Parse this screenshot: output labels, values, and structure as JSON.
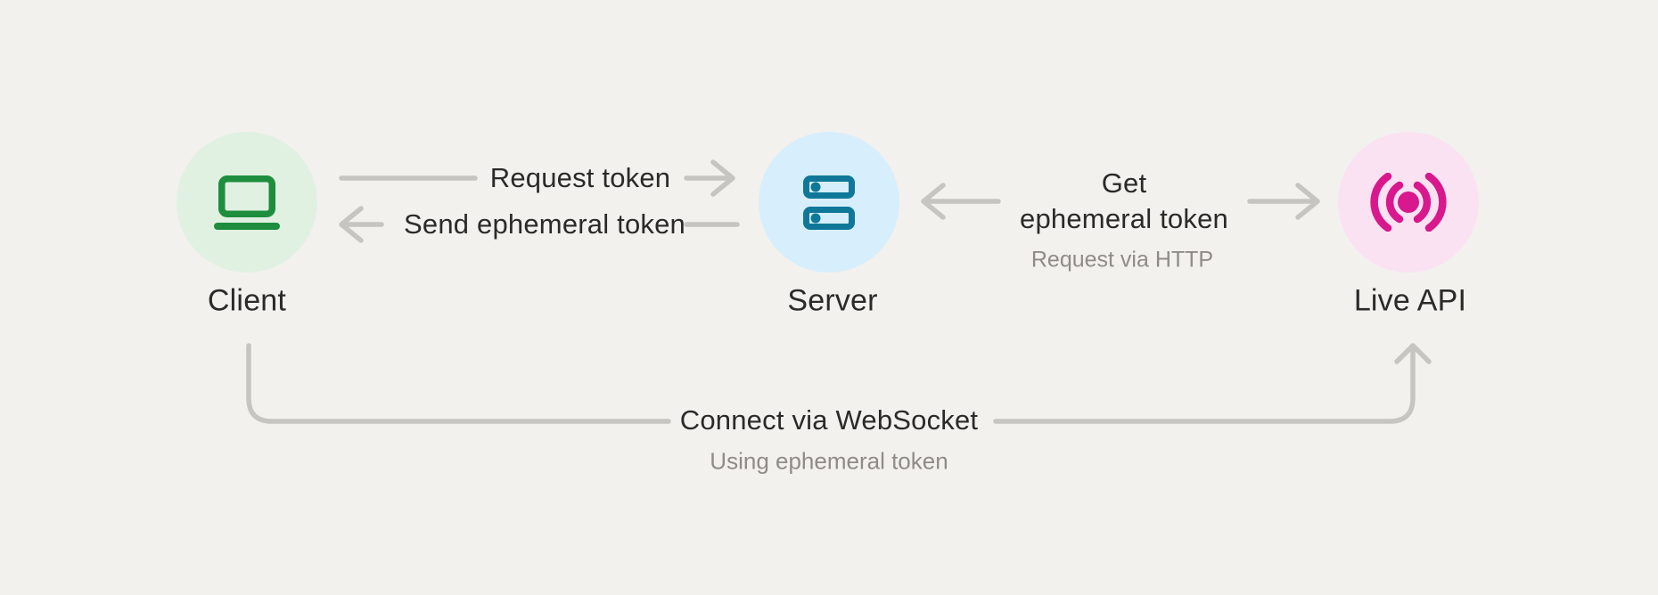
{
  "canvas": {
    "background": "#F2F1EE",
    "arrow_color": "#C7C5C2",
    "text_dark": "#2B2A28",
    "text_muted": "#8F8C87"
  },
  "nodes": {
    "client": {
      "label": "Client",
      "icon": "laptop-icon",
      "icon_color": "#1E8E3E",
      "circle_color": "#E0F1E2"
    },
    "server": {
      "label": "Server",
      "icon": "server-rack-icon",
      "icon_color": "#0F7899",
      "circle_color": "#D7EEFC"
    },
    "live_api": {
      "label": "Live API",
      "icon": "broadcast-icon",
      "icon_color": "#D8188C",
      "circle_color": "#FBE2F2"
    }
  },
  "edges": {
    "request_token": {
      "label": "Request token",
      "direction": "client-to-server"
    },
    "send_ephemeral_token": {
      "label": "Send ephemeral token",
      "direction": "server-to-client"
    },
    "get_ephemeral_token": {
      "label_line1": "Get",
      "label_line2": "ephemeral token",
      "sublabel": "Request via HTTP",
      "direction": "between-server-and-live-api"
    },
    "connect_websocket": {
      "label": "Connect via WebSocket",
      "sublabel": "Using ephemeral token",
      "direction": "client-to-live-api"
    }
  }
}
